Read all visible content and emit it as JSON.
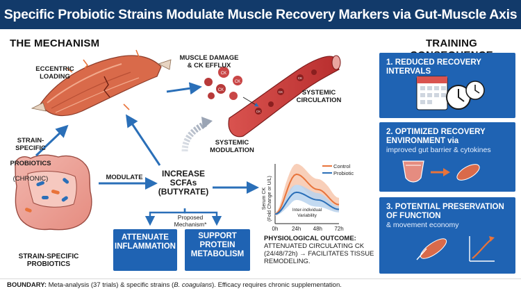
{
  "header": {
    "title": "Specific Probiotic Strains Modulate Muscle Recovery Markers via Gut-Muscle Axis"
  },
  "mechanism": {
    "title": "THE MECHANISM",
    "eccentric_loading": "ECCENTRIC\nLOADING",
    "muscle_damage": "MUSCLE DAMAGE\n& CK EFFLUX",
    "ck_label": "CK",
    "systemic_circulation": "SYSTEMIC\nCIRCULATION",
    "systemic_modulation": "SYSTEMIC\nMODULATION",
    "strain_specific_chronic_line1": "STRAIN-SPECIFIC",
    "strain_specific_chronic_line2": "PROBIOTICS",
    "strain_specific_chronic_line3": "(CHRONIC)",
    "modulate": "MODULATE",
    "increase_scfas": "INCREASE\nSCFAs\n(BUTYRATE)",
    "proposed_mechanism": "Proposed\nMechanism*",
    "strain_specific_probiotics": "STRAIN-SPECIFIC\nPROBIOTICS",
    "attenuate_inflammation": "ATTENUATE\nINFLAMMATION",
    "support_protein": "SUPPORT\nPROTEIN\nMETABOLISM"
  },
  "chart": {
    "ylabel": "Serum CK\n(Fold Change or U/L)",
    "annotation": "Inter-individual\nVariability",
    "legend": [
      {
        "name": "Control",
        "color": "#e8733a"
      },
      {
        "name": "Probiotic",
        "color": "#2a6fb8"
      }
    ]
  },
  "chart_data": {
    "type": "line",
    "x": [
      "0h",
      "24h",
      "48h",
      "72h"
    ],
    "series": [
      {
        "name": "Control",
        "values": [
          1.0,
          5.2,
          3.6,
          2.0
        ]
      },
      {
        "name": "Probiotic",
        "values": [
          1.0,
          3.3,
          2.5,
          1.5
        ]
      }
    ],
    "ylabel": "Serum CK\n(Fold Change or U/L)",
    "legend_position": "top-right",
    "grid": false
  },
  "outcome": {
    "bold": "PHYSIOLOGICAL OUTCOME:",
    "text": "ATTENUATED CIRCULATING CK (24/48/72h) → FACILITATES TISSUE REMODELING."
  },
  "training": {
    "title": "TRAINING CONSEQUENCE",
    "card1_title": "1. REDUCED RECOVERY INTERVALS",
    "card2_title": "2. OPTIMIZED RECOVERY\nENVIRONMENT via",
    "card2_sub": "improved gut barrier & cytokines",
    "card3_title": "3. POTENTIAL PRESERVATION\nOF FUNCTION",
    "card3_sub": "& movement economy"
  },
  "footer": {
    "label": "BOUNDARY:",
    "text_a": " Meta-analysis (37 trials) & specific strains (",
    "text_italic": "B. coagulans",
    "text_b": "). Efficacy requires chronic supplementation."
  },
  "colors": {
    "navy": "#123a6a",
    "blue": "#1f63b3",
    "arrow": "#2a6fb8",
    "muscle": "#d96a4a",
    "control": "#e8733a",
    "probiotic": "#2a6fb8"
  }
}
